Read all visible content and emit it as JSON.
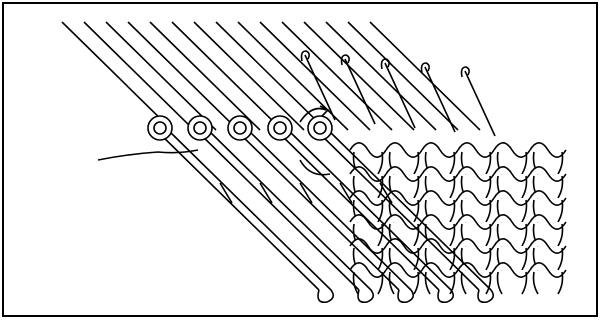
{
  "figure": {
    "subject": "latch-needle-knitting-illustration",
    "needle_count": 5,
    "upper_needle_count": 5,
    "fabric_columns": 6,
    "fabric_rows": 6,
    "colors": {
      "background": "#ffffff",
      "line": "#000000"
    }
  }
}
